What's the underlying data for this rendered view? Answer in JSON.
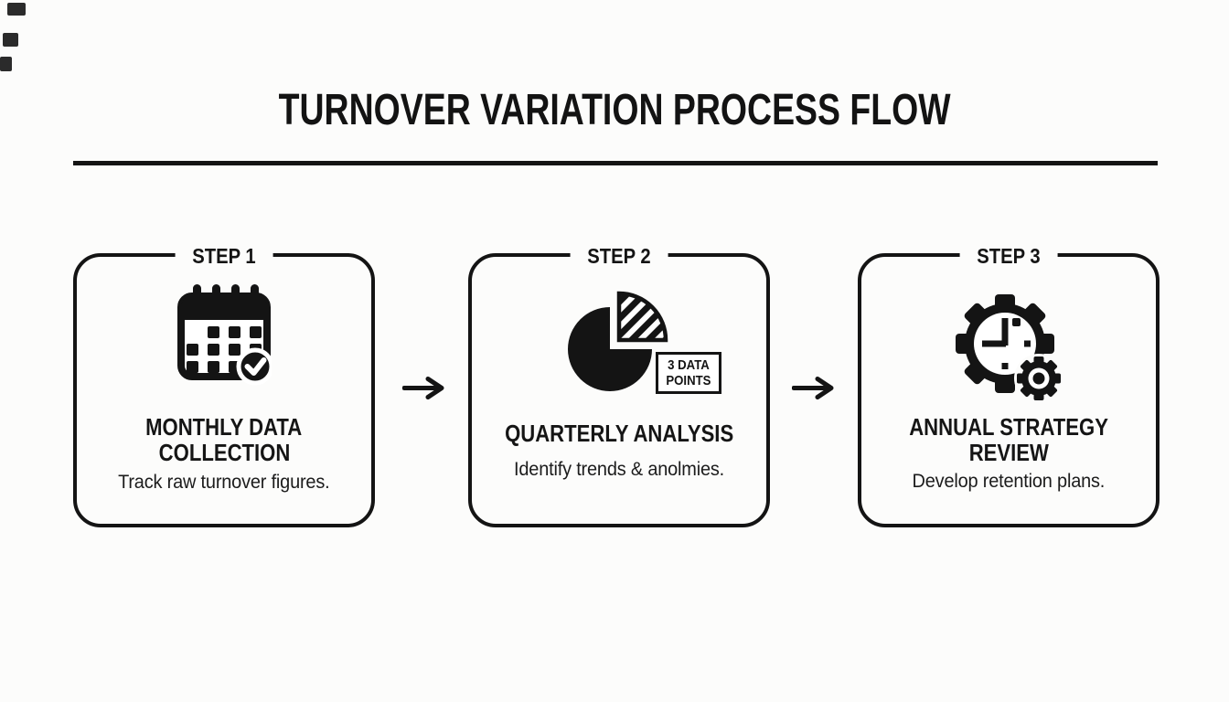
{
  "title": "TURNOVER VARIATION PROCESS FLOW",
  "steps": [
    {
      "label": "STEP 1",
      "icon": "calendar-check-icon",
      "title_line1": "MONTHLY DATA",
      "title_line2": "COLLECTION",
      "subtitle": "Track raw turnover figures."
    },
    {
      "label": "STEP 2",
      "icon": "pie-chart-icon",
      "badge": {
        "line1": "3 DATA",
        "line2": "POINTS"
      },
      "title_line1": "QUARTERLY ANALYSIS",
      "title_line2": "",
      "subtitle": "Identify trends & anolmies."
    },
    {
      "label": "STEP 3",
      "icon": "clock-gear-icon",
      "title_line1": "ANNUAL STRATEGY",
      "title_line2": "REVIEW",
      "subtitle": "Develop retention plans."
    }
  ],
  "arrows": [
    {
      "icon": "right-arrow-icon"
    },
    {
      "icon": "right-arrow-icon"
    }
  ],
  "colors": {
    "ink": "#141414",
    "background": "#fcfcfb",
    "white": "#ffffff"
  }
}
